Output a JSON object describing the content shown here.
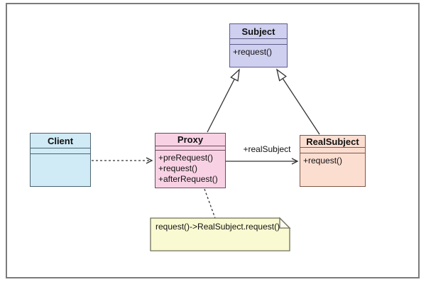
{
  "classes": {
    "subject": {
      "name": "Subject",
      "methods": [
        "+request()"
      ]
    },
    "client": {
      "name": "Client",
      "methods": []
    },
    "proxy": {
      "name": "Proxy",
      "methods": [
        "+preRequest()",
        "+request()",
        "+afterRequest()"
      ]
    },
    "realsubject": {
      "name": "RealSubject",
      "methods": [
        "+request()"
      ]
    }
  },
  "edges": {
    "association_label": "+realSubject"
  },
  "note": {
    "text": "request()->RealSubject.request()"
  },
  "colors": {
    "subject_fill": "#cfcfef",
    "subject_border": "#5c5c87",
    "client_fill": "#d0eaf6",
    "client_border": "#4e6570",
    "proxy_fill": "#f8d2e4",
    "proxy_border": "#6d4a5d",
    "realsubject_fill": "#fcded1",
    "realsubject_border": "#7c584a",
    "note_fill": "#fafad2",
    "note_border": "#6f6f5a",
    "note_fold": "#fffef2",
    "line": "#333333",
    "frame": "#7b7b7b",
    "text": "#111111"
  }
}
